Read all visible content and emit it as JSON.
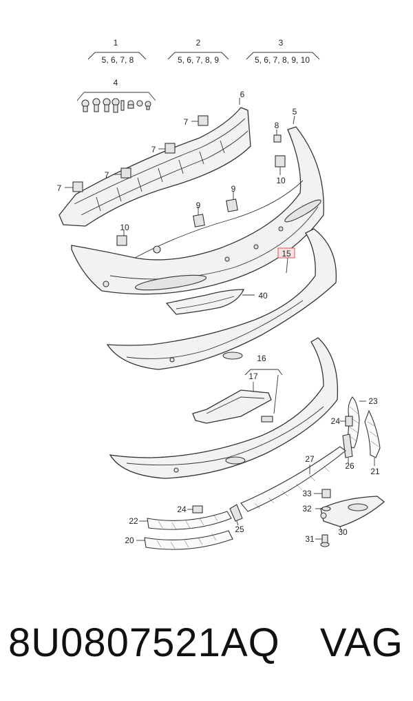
{
  "groups": [
    {
      "num": "1",
      "items": "5, 6, 7, 8"
    },
    {
      "num": "2",
      "items": "5, 6, 7, 8, 9"
    },
    {
      "num": "3",
      "items": "5, 6, 7, 8, 9, 10"
    }
  ],
  "labels": {
    "l4": "4",
    "l5": "5",
    "l6": "6",
    "l7a": "7",
    "l7b": "7",
    "l7c": "7",
    "l7d": "7",
    "l8": "8",
    "l9a": "9",
    "l9b": "9",
    "l10a": "10",
    "l10b": "10",
    "l15": "15",
    "l16": "16",
    "l17": "17",
    "l20": "20",
    "l21": "21",
    "l22": "22",
    "l23": "23",
    "l24a": "24",
    "l24b": "24",
    "l25": "25",
    "l26": "26",
    "l27": "27",
    "l30": "30",
    "l31": "31",
    "l32": "32",
    "l33": "33",
    "l40": "40"
  },
  "footer": {
    "part_number": "8U0807521AQ",
    "brand": "VAG"
  },
  "colors": {
    "line": "#333333",
    "highlight_box": "#e05050",
    "highlight_fill": "#fbe3e3"
  }
}
